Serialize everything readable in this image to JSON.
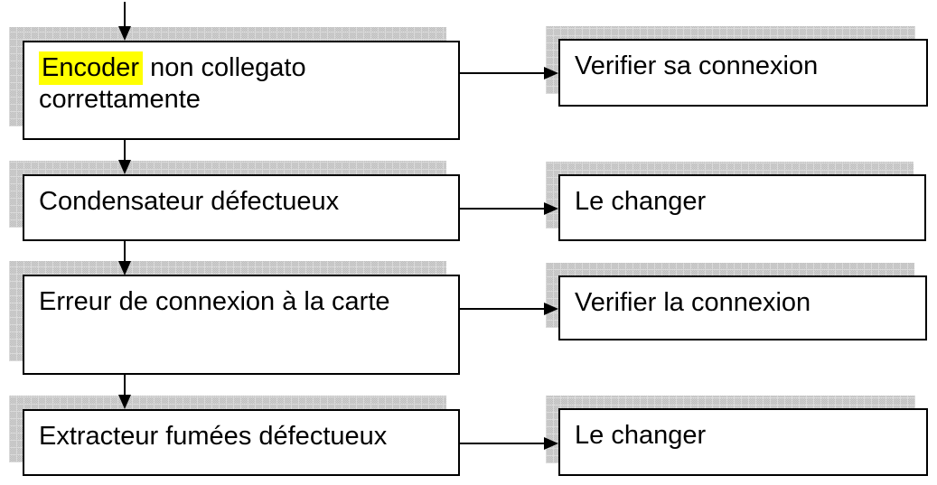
{
  "diagram": {
    "type": "troubleshooting-flowchart",
    "colors": {
      "box_fill": "#ffffff",
      "box_border": "#000000",
      "shadow_gray": "#c6c6c6",
      "highlight": "#ffff00",
      "text": "#000000"
    },
    "rows": [
      {
        "cause_highlight": "Encoder",
        "cause_text": " non collegato correttamente",
        "remedy": "Verifier sa connexion"
      },
      {
        "cause_text": "Condensateur défectueux",
        "remedy": "Le changer"
      },
      {
        "cause_text": "Erreur de connexion à la carte",
        "remedy": "Verifier la connexion"
      },
      {
        "cause_text": "Extracteur fumées défectueux",
        "remedy": "Le changer"
      }
    ]
  }
}
